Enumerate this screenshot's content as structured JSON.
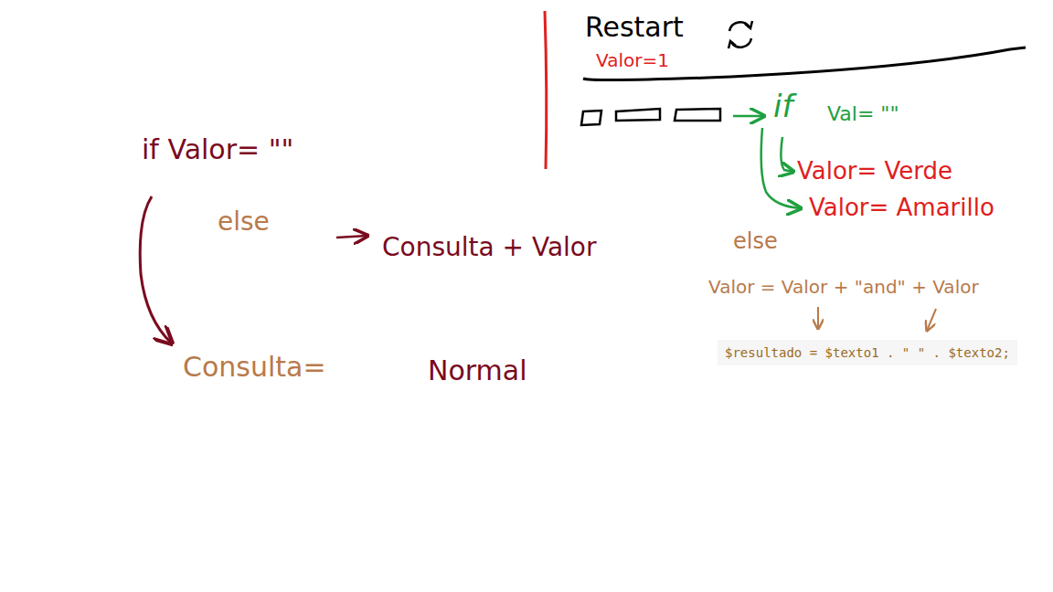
{
  "diagram": {
    "nodes": [
      {
        "text": [
          "$resultado = $texto1 . \" \" . $texto2;"
        ]
      }
    ],
    "labels": [
      "Restart",
      "Valor=1",
      "if",
      "Val= \"\"",
      "Valor= Verde",
      "Valor= Amarillo",
      "else",
      "Valor = Valor + \"and\" + Valor",
      "if Valor= \"\"",
      "else",
      "Consulta + Valor",
      "Consulta=",
      "Normal"
    ]
  }
}
